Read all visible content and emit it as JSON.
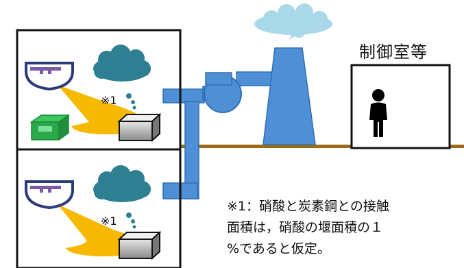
{
  "control_room": {
    "label": "制御室等"
  },
  "note_marks": {
    "top": "※1",
    "bottom": "※1"
  },
  "footnote": {
    "lines": [
      "※1：硝酸と炭素鋼との接触",
      "面積は，硝酸の堰面積の１",
      "%であると仮定。"
    ]
  },
  "colors": {
    "pipe_blue": "#4f8fd6",
    "pipe_outline": "#2f6fb0",
    "cloud_teal": "#2f7f93",
    "steam_cloud": "#a9d8e8",
    "spill_yellow": "#f6b900",
    "ground_brown": "#9c6a16",
    "green_box": "#2aa84a",
    "vessel_purple": "#7b5aa6",
    "vessel_navy": "#2b3a78"
  }
}
